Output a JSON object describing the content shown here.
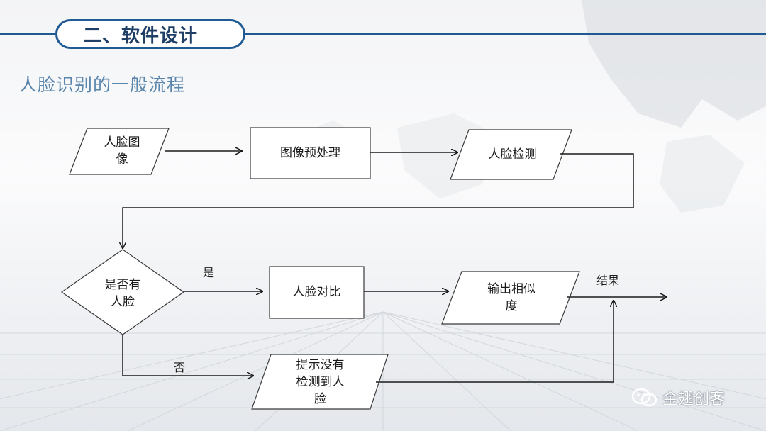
{
  "header": {
    "title": "二、软件设计"
  },
  "subtitle": "人脸识别的一般流程",
  "nodes": {
    "face_image": "人脸图\n像",
    "preprocess": "图像预处理",
    "detect": "人脸检测",
    "has_face": "是否有\n人脸",
    "compare": "人脸对比",
    "output": "输出相似\n度",
    "no_face": "提示没有\n检测到人\n脸"
  },
  "edges": {
    "yes": "是",
    "no": "否",
    "result": "结果"
  },
  "watermark": {
    "text": "金翅创客",
    "icon": "wechat-icon"
  },
  "colors": {
    "accent": "#1f5a93",
    "subtitle": "#5a86ad",
    "stroke": "#1a1a1a"
  }
}
